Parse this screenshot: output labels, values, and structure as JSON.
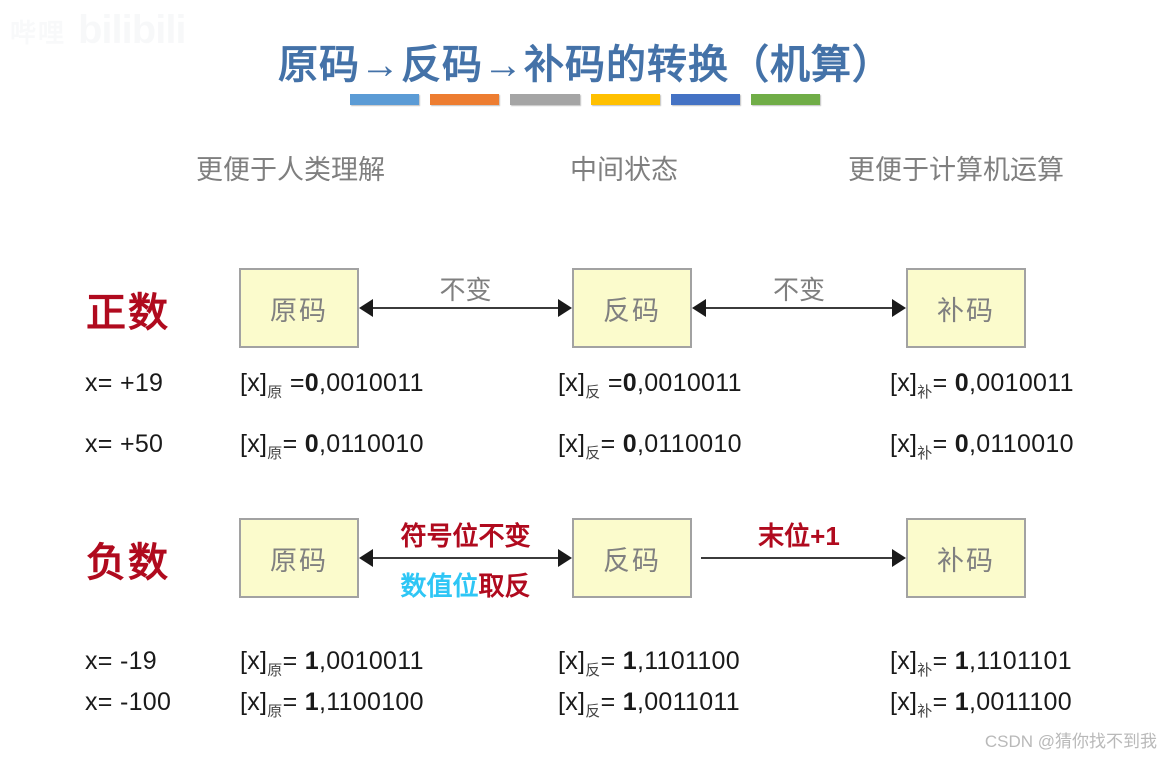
{
  "watermarks": {
    "bilibili_cn": "哔哩",
    "bilibili_en": "bilibili",
    "csdn": "CSDN @猜你找不到我"
  },
  "title": "原码→反码→补码的转换（机算）",
  "colorbars": [
    {
      "name": "bar-blue-light",
      "color": "#5b9bd5"
    },
    {
      "name": "bar-orange",
      "color": "#ed7d31"
    },
    {
      "name": "bar-gray",
      "color": "#a5a5a5"
    },
    {
      "name": "bar-yellow",
      "color": "#ffc000"
    },
    {
      "name": "bar-blue-dark",
      "color": "#4472c4"
    },
    {
      "name": "bar-green",
      "color": "#70ad47"
    }
  ],
  "column_captions": [
    "更便于人类理解",
    "中间状态",
    "更便于计算机运算"
  ],
  "groups": [
    {
      "key": "positive",
      "label": "正数",
      "label_color": "#b00a1e",
      "nodes": [
        "原码",
        "反码",
        "补码"
      ],
      "arrows": [
        {
          "name": "arrow-yuan-to-fan-positive",
          "style": "double",
          "labels": [
            {
              "text": "不变",
              "color": "#7f7f7f",
              "position": "above"
            }
          ]
        },
        {
          "name": "arrow-fan-to-bu-positive",
          "style": "double",
          "labels": [
            {
              "text": "不变",
              "color": "#7f7f7f",
              "position": "above"
            }
          ]
        }
      ],
      "rows": [
        {
          "x": "x= +19",
          "yuan": {
            "prefix": "[x]",
            "sub": "原",
            "eq": " =",
            "sign": "0",
            "rest": ",0010011"
          },
          "fan": {
            "prefix": "[x]",
            "sub": "反",
            "eq": " =",
            "sign": "0",
            "rest": ",0010011"
          },
          "bu": {
            "prefix": "[x]",
            "sub": "补",
            "eq": "= ",
            "sign": "0",
            "rest": ",0010011"
          }
        },
        {
          "x": "x= +50",
          "yuan": {
            "prefix": "[x]",
            "sub": "原",
            "eq": "= ",
            "sign": "0",
            "rest": ",0110010"
          },
          "fan": {
            "prefix": "[x]",
            "sub": "反",
            "eq": "= ",
            "sign": "0",
            "rest": ",0110010"
          },
          "bu": {
            "prefix": "[x]",
            "sub": "补",
            "eq": "= ",
            "sign": "0",
            "rest": ",0110010"
          }
        }
      ]
    },
    {
      "key": "negative",
      "label": "负数",
      "label_color": "#b00a1e",
      "nodes": [
        "原码",
        "反码",
        "补码"
      ],
      "arrows": [
        {
          "name": "arrow-yuan-to-fan-negative",
          "style": "double",
          "labels": [
            {
              "text": "符号位不变",
              "color": "#b00a1e",
              "position": "above"
            },
            {
              "text_a": "数值位",
              "color_a": "#2ec6f5",
              "text_b": "取反",
              "color_b": "#b00a1e",
              "position": "below"
            }
          ]
        },
        {
          "name": "arrow-fan-to-bu-negative",
          "style": "single-right",
          "labels": [
            {
              "text": "末位+1",
              "color": "#b00a1e",
              "position": "above"
            }
          ]
        }
      ],
      "rows": [
        {
          "x": "x= -19",
          "yuan": {
            "prefix": "[x]",
            "sub": "原",
            "eq": "= ",
            "sign": "1",
            "rest": ",0010011"
          },
          "fan": {
            "prefix": "[x]",
            "sub": "反",
            "eq": "= ",
            "sign": "1",
            "rest": ",1101100"
          },
          "bu": {
            "prefix": "[x]",
            "sub": "补",
            "eq": "= ",
            "sign": "1",
            "rest": ",1101101"
          }
        },
        {
          "x": "x= -100",
          "yuan": {
            "prefix": "[x]",
            "sub": "原",
            "eq": "= ",
            "sign": "1",
            "rest": ",1100100"
          },
          "fan": {
            "prefix": "[x]",
            "sub": "反",
            "eq": "= ",
            "sign": "1",
            "rest": ",0011011"
          },
          "bu": {
            "prefix": "[x]",
            "sub": "补",
            "eq": "= ",
            "sign": "1",
            "rest": ",0011100"
          }
        }
      ]
    }
  ]
}
